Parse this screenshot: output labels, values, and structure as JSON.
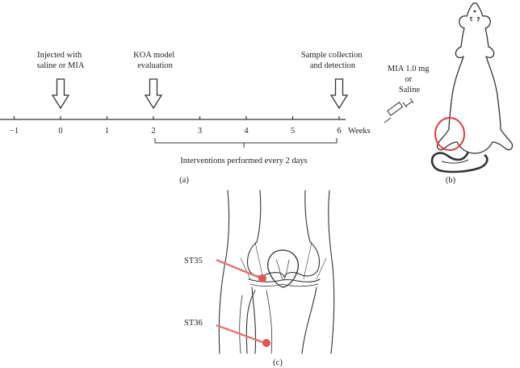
{
  "timeline": {
    "axis_unit": "Weeks",
    "ticks": [
      {
        "week": -1,
        "label": "−1"
      },
      {
        "week": 0,
        "label": "0"
      },
      {
        "week": 1,
        "label": "1"
      },
      {
        "week": 2,
        "label": "2"
      },
      {
        "week": 3,
        "label": "3"
      },
      {
        "week": 4,
        "label": "4"
      },
      {
        "week": 5,
        "label": "5"
      },
      {
        "week": 6,
        "label": "6"
      }
    ],
    "events": [
      {
        "week": 0,
        "lines": [
          "Injected with",
          "saline or MIA"
        ]
      },
      {
        "week": 2,
        "lines": [
          "KOA model",
          "evaluation"
        ]
      },
      {
        "week": 6,
        "lines": [
          "Sample collection",
          "and detection"
        ]
      }
    ],
    "interval": {
      "from_week": 2,
      "to_week": 6,
      "label": "Interventions performed every 2 days"
    },
    "panel_label": "(a)"
  },
  "injection": {
    "lines": [
      "MIA 1.0 mg",
      "or",
      "Saline"
    ],
    "panel_label": "(b)"
  },
  "acupoints": {
    "points": [
      {
        "label": "ST35"
      },
      {
        "label": "ST36"
      }
    ],
    "panel_label": "(c)"
  },
  "colors": {
    "line": "#333333",
    "acupoint_red": "#e05555",
    "needle_red": "#e57373",
    "highlight_circle": "#e53935"
  }
}
